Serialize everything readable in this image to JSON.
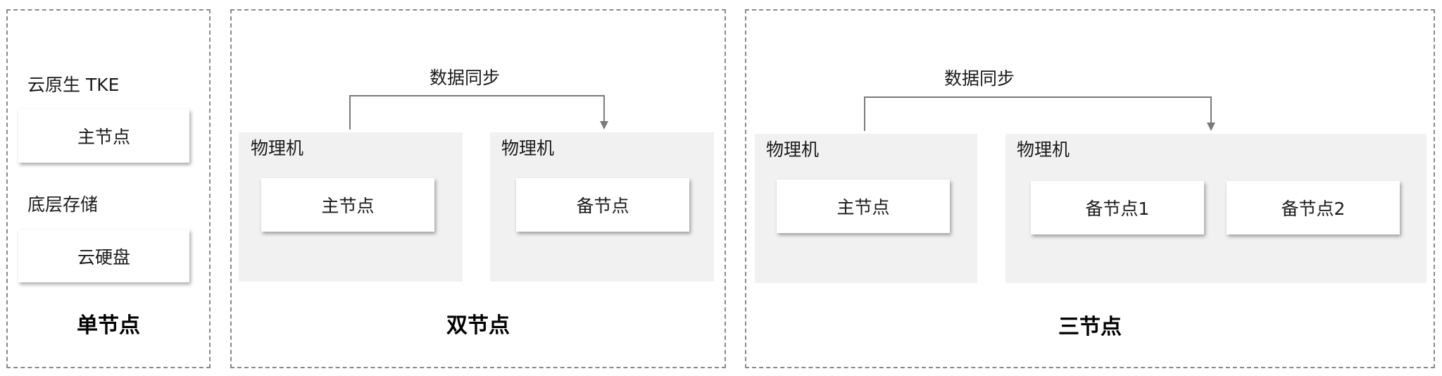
{
  "single": {
    "cloud_label": "云原生 TKE",
    "master_node": "主节点",
    "storage_label": "底层存储",
    "disk_node": "云硬盘",
    "caption": "单节点"
  },
  "dual": {
    "sync_label": "数据同步",
    "left_machine": "物理机",
    "left_node": "主节点",
    "right_machine": "物理机",
    "right_node": "备节点",
    "caption": "双节点"
  },
  "triple": {
    "sync_label": "数据同步",
    "left_machine": "物理机",
    "left_node": "主节点",
    "right_machine": "物理机",
    "right_node_1": "备节点1",
    "right_node_2": "备节点2",
    "caption": "三节点"
  }
}
